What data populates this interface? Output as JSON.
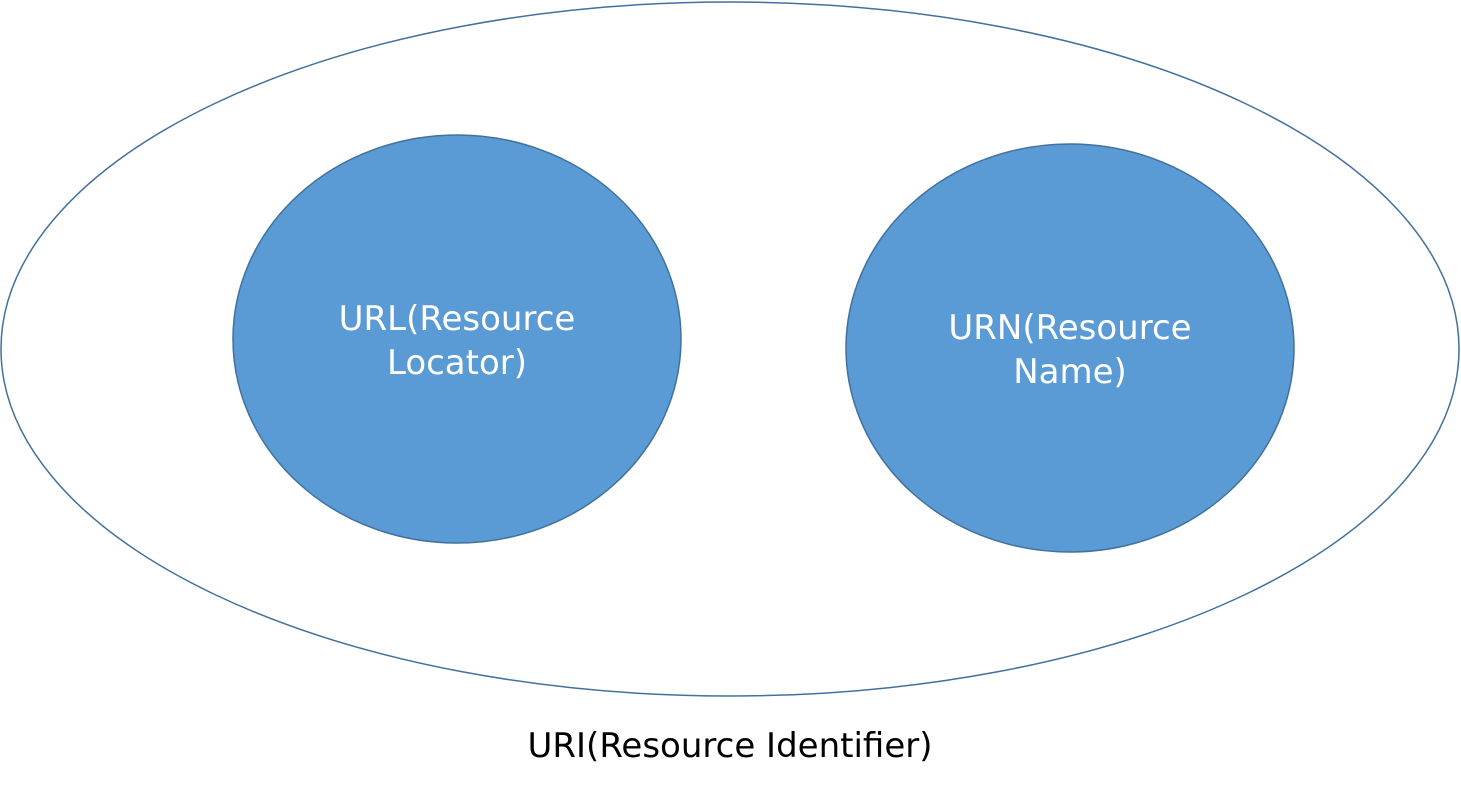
{
  "uri": {
    "caption": "URI(Resource Identifier)",
    "outline_color": "#41719C",
    "fill_color": "#FFFFFF"
  },
  "url": {
    "line1": "URL(Resource",
    "line2": "Locator)",
    "fill_color": "#5B9BD5",
    "outline_color": "#41719C"
  },
  "urn": {
    "line1": "URN(Resource",
    "line2": "Name)",
    "fill_color": "#5B9BD5",
    "outline_color": "#41719C"
  }
}
